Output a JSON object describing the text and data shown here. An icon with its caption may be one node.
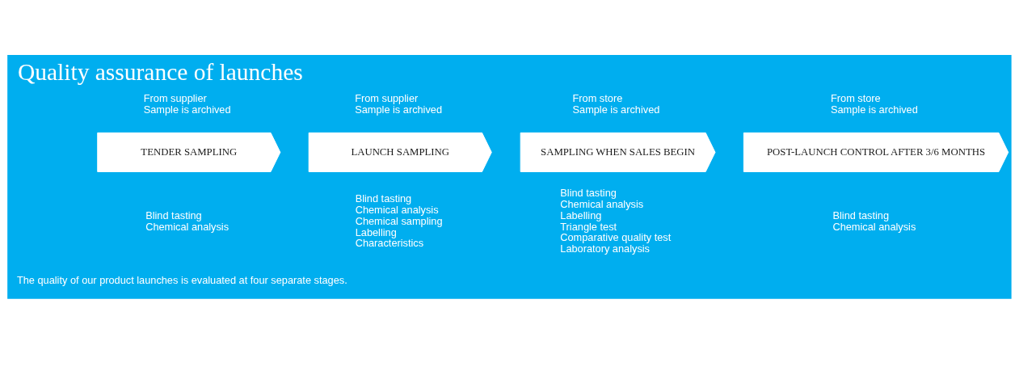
{
  "diagram": {
    "title": "Quality assurance of launches",
    "caption": "The quality of our product launches is evaluated at four separate stages.",
    "nodes": [
      {
        "text": [
          "TENDER SAMPLING"
        ],
        "beside": [
          "From supplier",
          "Sample is archived",
          "Blind tasting",
          "Chemical analysis"
        ]
      },
      {
        "text": [
          "LAUNCH SAMPLING"
        ],
        "beside": [
          "From supplier",
          "Sample is archived",
          "Blind tasting",
          "Chemical analysis",
          "Chemical sampling",
          "Labelling",
          "Characteristics"
        ]
      },
      {
        "text": [
          "SAMPLING WHEN SALES BEGIN"
        ],
        "beside": [
          "From store",
          "Sample is archived",
          "Blind tasting",
          "Chemical analysis",
          "Labelling",
          "Triangle test",
          "Comparative quality test",
          "Laboratory analysis"
        ]
      },
      {
        "text": [
          "POST-LAUNCH CONTROL AFTER 3/6 MONTHS"
        ],
        "beside": [
          "From store",
          "Sample is archived",
          "Blind tasting",
          "Chemical analysis"
        ]
      }
    ],
    "edges": []
  }
}
